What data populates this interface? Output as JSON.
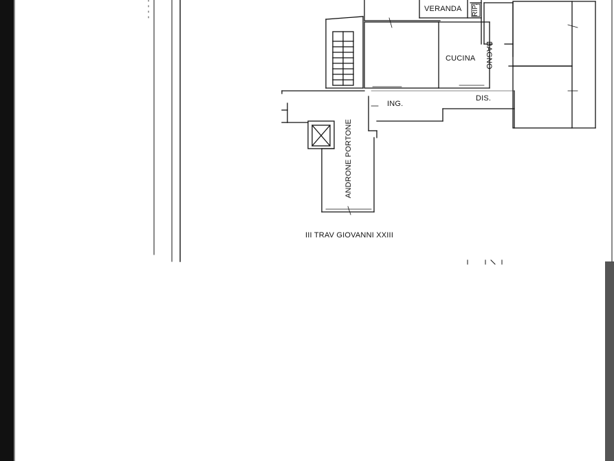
{
  "rooms": {
    "veranda": "VERANDA",
    "rip": "RIP.",
    "bagno": "BAGNO",
    "cucina": "CUCINA",
    "ing": "ING.",
    "dis": "DIS.",
    "androne": "ANDRONE PORTONE"
  },
  "street": "III TRAV GIOVANNI XXIII"
}
